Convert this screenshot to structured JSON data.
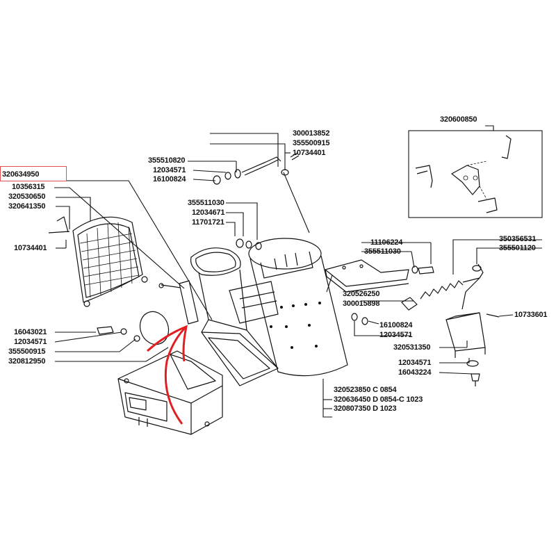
{
  "highlight_color": "#e05050",
  "arrow_color": "#e02020",
  "labels": {
    "p320634950": "320634950",
    "p10356315": "10356315",
    "p320530650": "320530650",
    "p320641350": "320641350",
    "p10734401_left": "10734401",
    "p16043021": "16043021",
    "p12034571_left": "12034571",
    "p355500915_left": "355500915",
    "p320812950": "320812950",
    "p355510820": "355510820",
    "p12034571_top": "12034571",
    "p16100824_top": "16100824",
    "p300013852": "300013852",
    "p355500915_top": "355500915",
    "p10734401_top": "10734401",
    "p355511030_mid": "355511030",
    "p12034671": "12034671",
    "p11701721": "11701721",
    "p320600850": "320600850",
    "p11106224": "11106224",
    "p355511030_right": "355511030",
    "p350356531": "350356531",
    "p355501120": "355501120",
    "p320526250": "320526250",
    "p300015898": "300015898",
    "p16100824_mid": "16100824",
    "p12034571_mid": "12034571",
    "p10733601": "10733601",
    "p320531350": "320531350",
    "p12034571_right": "12034571",
    "p16043224": "16043224",
    "p320523850": "320523850 C 0854",
    "p320636450": "320636450 D 0854-C 1023",
    "p320807350": "320807350 D 1023"
  }
}
